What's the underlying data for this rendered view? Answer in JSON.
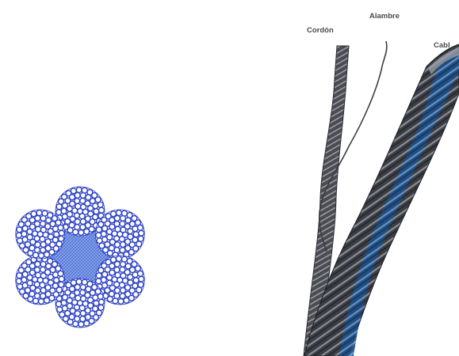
{
  "labels": {
    "cordon": "Cordón",
    "alambre": "Alambre",
    "cable": "Cabl"
  },
  "colors": {
    "wire_blue": "#2b3fc4",
    "core_blue": "#6f8fe0",
    "rope_dark": "#3a3d44",
    "rope_blue": "#2d5f97",
    "text": "#4a4a4a"
  },
  "cross_section": {
    "strand_count": 6
  }
}
